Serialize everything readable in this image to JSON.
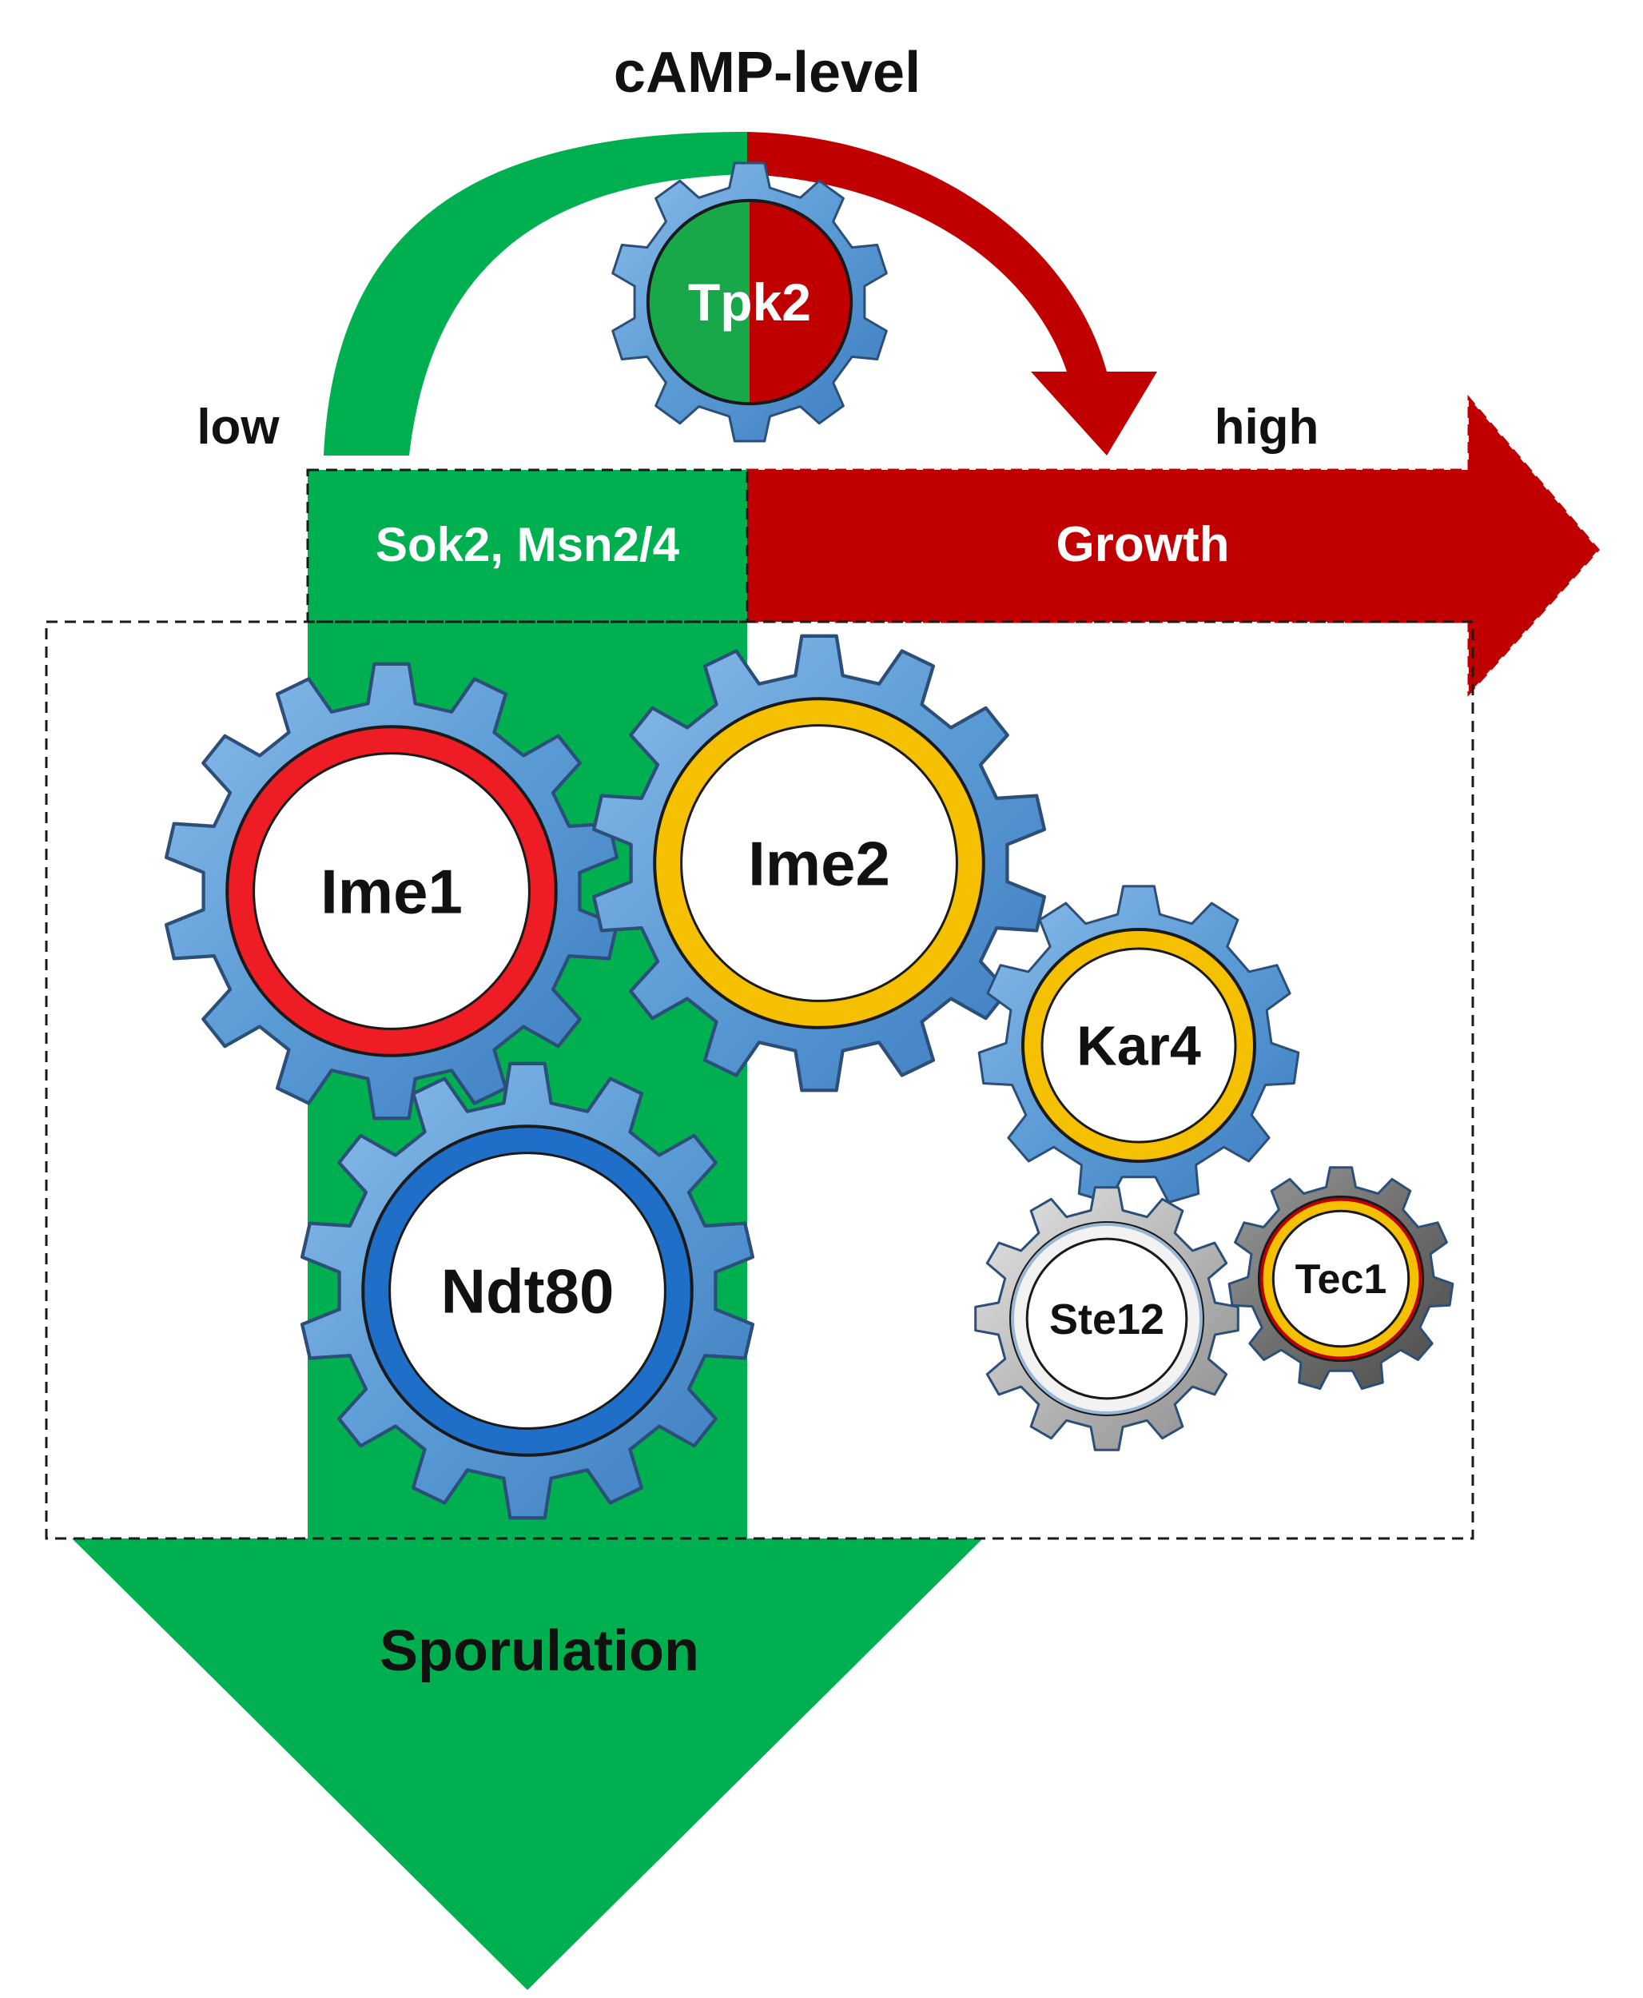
{
  "title": "cAMP-level",
  "scale": {
    "low": "low",
    "high": "high"
  },
  "pathways": {
    "stress_factors": "Sok2, Msn2/4",
    "growth": "Growth",
    "sporulation": "Sporulation"
  },
  "gears": [
    {
      "id": "tpk2",
      "label": "Tpk2",
      "ring": "split",
      "colors": [
        "#18a84a",
        "#c00000"
      ],
      "teeth": 10
    },
    {
      "id": "ime1",
      "label": "Ime1",
      "ring": "red",
      "colors": [
        "#ee1c24"
      ],
      "teeth": 14
    },
    {
      "id": "ime2",
      "label": "Ime2",
      "ring": "yellow",
      "colors": [
        "#f5c000"
      ],
      "teeth": 14
    },
    {
      "id": "kar4",
      "label": "Kar4",
      "ring": "yellow",
      "colors": [
        "#f5c000"
      ],
      "teeth": 11
    },
    {
      "id": "ndt80",
      "label": "Ndt80",
      "ring": "blue",
      "colors": [
        "#1f6fc8"
      ],
      "teeth": 14
    },
    {
      "id": "ste12",
      "label": "Ste12",
      "ring": "white",
      "colors": [
        "#f2f2f2"
      ],
      "teeth": 12
    },
    {
      "id": "tec1",
      "label": "Tec1",
      "ring": "yellow-red",
      "colors": [
        "#f5c000"
      ],
      "teeth": 11
    }
  ],
  "colors": {
    "green": "#00b050",
    "red": "#c00000",
    "gear_blue": "#5b9bd5",
    "gear_grey": "#a6a6a6",
    "gear_dark": "#595959"
  }
}
